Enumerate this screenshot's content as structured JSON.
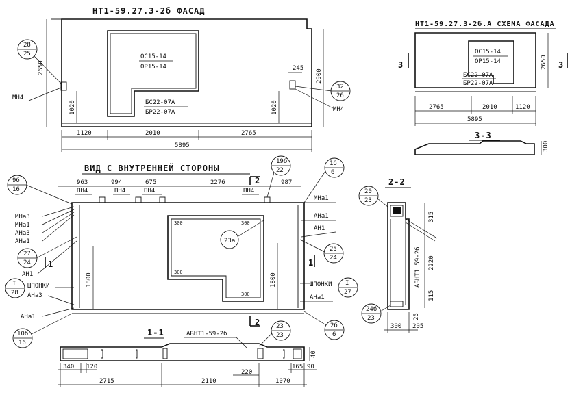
{
  "front": {
    "title": "НТ1-59.27.3-2б ФАСАД",
    "opening_top": "ОС15-14",
    "opening_bot": "ОР15-14",
    "door_top": "БС22-07А",
    "door_bot": "БР22-07А",
    "bub_left_top": "28",
    "bub_left_bot": "25",
    "bub_right_top": "32",
    "bub_right_bot": "26",
    "mn_left": "МН4",
    "mn_right": "МН4",
    "d245": "245",
    "h_left": "2650",
    "h_right": "2900",
    "h_low_left": "1020",
    "h_low_right": "1020",
    "w1": "1120",
    "w2": "2010",
    "w3": "2765",
    "total": "5895"
  },
  "scheme": {
    "title": "НТ1-59.27.3-2б.А СХЕМА ФАСАДА",
    "opening_top": "ОС15-14",
    "opening_bot": "ОР15-14",
    "door_top": "БС22-07А",
    "door_bot": "БР22-07А",
    "cut_left": "3",
    "cut_right": "3",
    "h": "2650",
    "w1": "2765",
    "w2": "2010",
    "w3": "1120",
    "total": "5895"
  },
  "section33": {
    "title": "3-3",
    "h": "300"
  },
  "inner": {
    "title": "ВИД С ВНУТРЕННЕЙ СТОРОНЫ",
    "top_dims": [
      "963",
      "994",
      "675",
      "2276",
      "987"
    ],
    "pn_labels": [
      "ПН4",
      "ПН4",
      "ПН4",
      "ПН4"
    ],
    "bub_tl_top": "9б",
    "bub_tl_bot": "16",
    "bub_tm_top": "19б",
    "bub_tm_bot": "22",
    "bub_tr_top": "1б",
    "bub_tr_bot": "6",
    "left_labels": [
      "МНа3",
      "МНа1",
      "АНа3",
      "АНа1"
    ],
    "bub_l2_top": "27",
    "bub_l2_bot": "24",
    "an1_left": "АН1",
    "cut_left": "1",
    "bub_l3_top": "I",
    "bub_l3_bot": "28",
    "shponki_left": "ШПОНКИ",
    "ana3_low": "АНа3",
    "ana1_low": "АНа1",
    "bub_bl_top": "10б",
    "bub_bl_bot": "16",
    "right_labels": [
      "МНа1",
      "АНа1",
      "АН1"
    ],
    "bub_r2_top": "25",
    "bub_r2_bot": "24",
    "cut_right": "1",
    "shponki_right": "ШПОНКИ",
    "bub_r3_top": "I",
    "bub_r3_bot": "27",
    "ana1_right_low": "АНа1",
    "bub_br_top": "2б",
    "bub_br_bot": "6",
    "circle_mark": "23а",
    "frame_300": [
      "300",
      "300",
      "300",
      "300"
    ],
    "h_left": "1800",
    "h_right": "1800",
    "cut2_top": "2",
    "cut2_bot": "2"
  },
  "section11": {
    "title": "1-1",
    "label": "АБНТ1-59-2б",
    "bub_top": "23",
    "bub_bot": "23",
    "h40": "40",
    "d340": "340",
    "d120": "120",
    "d220": "220",
    "d165": "165",
    "d90": "90",
    "w1": "2715",
    "w2": "2110",
    "w3": "1070"
  },
  "section22": {
    "title": "2-2",
    "bub_top_a": "20",
    "bub_top_b": "23",
    "bub_bot_a": "24б",
    "bub_bot_b": "23",
    "label": "АБНТ1 59-2б",
    "d315": "315",
    "d2220": "2220",
    "d115": "115",
    "d25": "25",
    "w300": "300",
    "w205": "205"
  }
}
